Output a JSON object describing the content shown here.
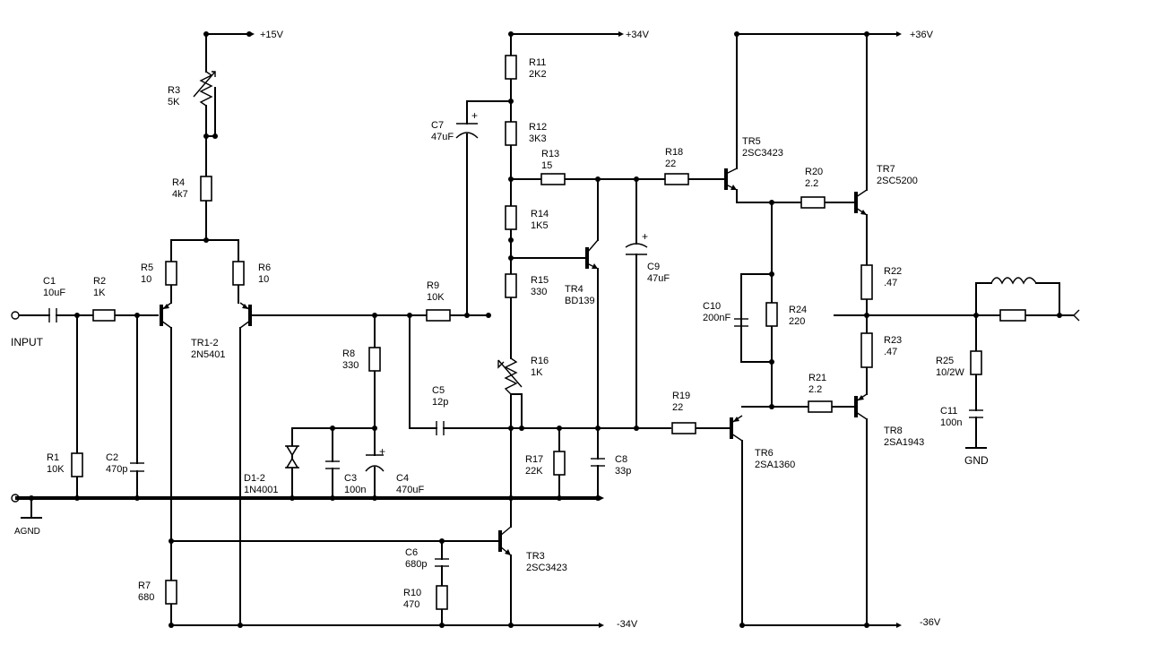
{
  "rails": {
    "p15": "+15V",
    "p34": "+34V",
    "p36": "+36V",
    "n34": "-34V",
    "n36": "-36V",
    "agnd": "AGND",
    "gnd": "GND"
  },
  "input_label": "INPUT",
  "parts": {
    "r1": {
      "ref": "R1",
      "val": "10K"
    },
    "r2": {
      "ref": "R2",
      "val": "1K"
    },
    "r3": {
      "ref": "R3",
      "val": "5K"
    },
    "r4": {
      "ref": "R4",
      "val": "4k7"
    },
    "r5": {
      "ref": "R5",
      "val": "10"
    },
    "r6": {
      "ref": "R6",
      "val": "10"
    },
    "r7": {
      "ref": "R7",
      "val": "680"
    },
    "r8": {
      "ref": "R8",
      "val": "330"
    },
    "r9": {
      "ref": "R9",
      "val": "10K"
    },
    "r10": {
      "ref": "R10",
      "val": "470"
    },
    "r11": {
      "ref": "R11",
      "val": "2K2"
    },
    "r12": {
      "ref": "R12",
      "val": "3K3"
    },
    "r13": {
      "ref": "R13",
      "val": "15"
    },
    "r14": {
      "ref": "R14",
      "val": "1K5"
    },
    "r15": {
      "ref": "R15",
      "val": "330"
    },
    "r16": {
      "ref": "R16",
      "val": "1K"
    },
    "r17": {
      "ref": "R17",
      "val": "22K"
    },
    "r18": {
      "ref": "R18",
      "val": "22"
    },
    "r19": {
      "ref": "R19",
      "val": "22"
    },
    "r20": {
      "ref": "R20",
      "val": "2.2"
    },
    "r21": {
      "ref": "R21",
      "val": "2.2"
    },
    "r22": {
      "ref": "R22",
      "val": ".47"
    },
    "r23": {
      "ref": "R23",
      "val": ".47"
    },
    "r24": {
      "ref": "R24",
      "val": "220"
    },
    "r25": {
      "ref": "R25",
      "val": "10/2W"
    },
    "c1": {
      "ref": "C1",
      "val": "10uF"
    },
    "c2": {
      "ref": "C2",
      "val": "470p"
    },
    "c3": {
      "ref": "C3",
      "val": "100n"
    },
    "c4": {
      "ref": "C4",
      "val": "470uF"
    },
    "c5": {
      "ref": "C5",
      "val": "12p"
    },
    "c6": {
      "ref": "C6",
      "val": "680p"
    },
    "c7": {
      "ref": "C7",
      "val": "47uF"
    },
    "c8": {
      "ref": "C8",
      "val": "33p"
    },
    "c9": {
      "ref": "C9",
      "val": "47uF"
    },
    "c10": {
      "ref": "C10",
      "val": "200nF"
    },
    "c11": {
      "ref": "C11",
      "val": "100n"
    },
    "d12": {
      "ref": "D1-2",
      "val": "1N4001"
    },
    "tr12": {
      "ref": "TR1-2",
      "val": "2N5401"
    },
    "tr3": {
      "ref": "TR3",
      "val": "2SC3423"
    },
    "tr4": {
      "ref": "TR4",
      "val": "BD139"
    },
    "tr5": {
      "ref": "TR5",
      "val": "2SC3423"
    },
    "tr6": {
      "ref": "TR6",
      "val": "2SA1360"
    },
    "tr7": {
      "ref": "TR7",
      "val": "2SC5200"
    },
    "tr8": {
      "ref": "TR8",
      "val": "2SA1943"
    }
  },
  "plus_sign": "+"
}
